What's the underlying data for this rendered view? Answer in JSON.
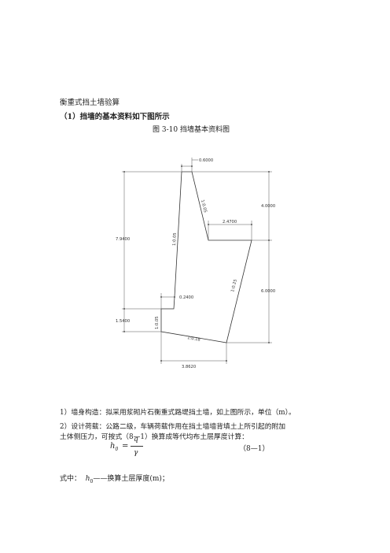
{
  "document": {
    "title": "衡重式挡土墙验算",
    "section_heading": "（1）挡墙的基本资料如下图所示",
    "figure_caption": "图 3-10  挡墙基本资料图"
  },
  "figure": {
    "dims": {
      "top_width": "0.6000",
      "top_height": "4.0000",
      "total_height": "7.9400",
      "shelf_width": "2.4700",
      "bottom_right_height": "6.0000",
      "step": "0.2400",
      "bottom_left_height": "1.5400",
      "base_width": "3.8620"
    },
    "slopes": {
      "upper_back": "1:0.05",
      "front": "1:0.05",
      "lower_back": "1:0.25",
      "toe": "1:0.05",
      "base": "1:0.18"
    }
  },
  "body": {
    "p1": "1）墙身构造：拟采用浆砌片石衡重式路堤挡土墙，如上图所示，单位（m）。",
    "p2a": "2）设计荷载：公路二级，车辆荷载作用在挡土墙墙背填土上所引起的附加",
    "p2b": "土体侧压力，可按式（8—1）换算成等代均布土层厚度计算："
  },
  "formula": {
    "h": "h",
    "sub": "0",
    "eq": "=",
    "q": "q",
    "gamma": "γ",
    "number": "（8—1）"
  },
  "where": {
    "prefix": "式中：",
    "h": "h",
    "sub": "0",
    "desc": "——换算土层厚度(m)；"
  }
}
